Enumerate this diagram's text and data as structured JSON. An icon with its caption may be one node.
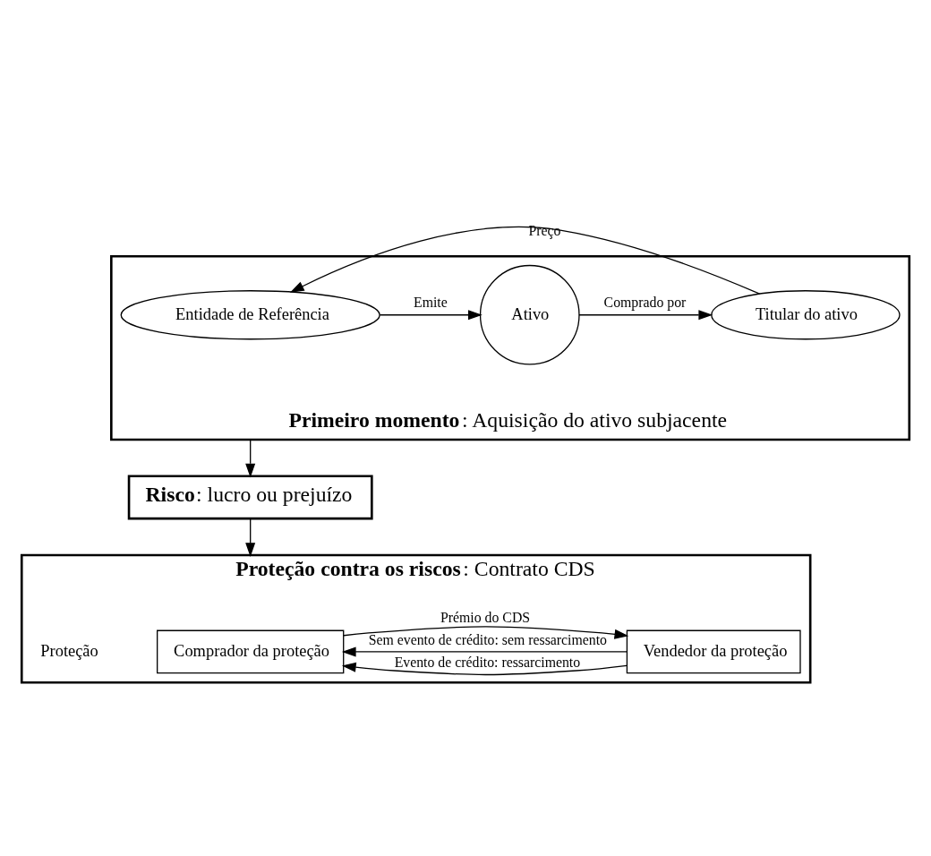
{
  "diagram": {
    "nodes": [
      {
        "text": [
          "**Primeiro momento**: Aquisição do ativo subjacente"
        ]
      },
      {
        "text": [
          "Entidade de Referência"
        ],
        "in": 0
      },
      {
        "text": [
          "Ativo"
        ],
        "in": 0
      },
      {
        "text": [
          "Titular do ativo"
        ],
        "in": 0
      },
      {
        "text": [
          "**Risco**: lucro ou prejuízo"
        ]
      },
      {
        "text": [
          "**Proteção contra os riscos**: Contrato CDS"
        ]
      },
      {
        "text": [
          "Comprador da proteção"
        ],
        "in": 5
      },
      {
        "text": [
          "Vendedor da proteção"
        ],
        "in": 5
      }
    ],
    "edges": [
      {
        "from": 1,
        "to": 2,
        "arrow": "to",
        "label": "Emite"
      },
      {
        "from": 2,
        "to": 3,
        "arrow": "to",
        "label": "Comprado por"
      },
      {
        "from": 3,
        "to": 1,
        "arrow": "to",
        "label": "Preço"
      },
      {
        "from": 0,
        "to": 4,
        "arrow": "to"
      },
      {
        "from": 4,
        "to": 5,
        "arrow": "to"
      },
      {
        "from": 6,
        "to": 7,
        "arrow": "to",
        "label": "Prémio do CDS"
      },
      {
        "from": 7,
        "to": 6,
        "arrow": "to",
        "label": "Sem evento de crédito: sem ressarcimento"
      },
      {
        "from": 7,
        "to": 6,
        "arrow": "to",
        "label": "Evento de crédito: ressarcimento"
      }
    ],
    "labels": [
      "Proteção"
    ]
  }
}
